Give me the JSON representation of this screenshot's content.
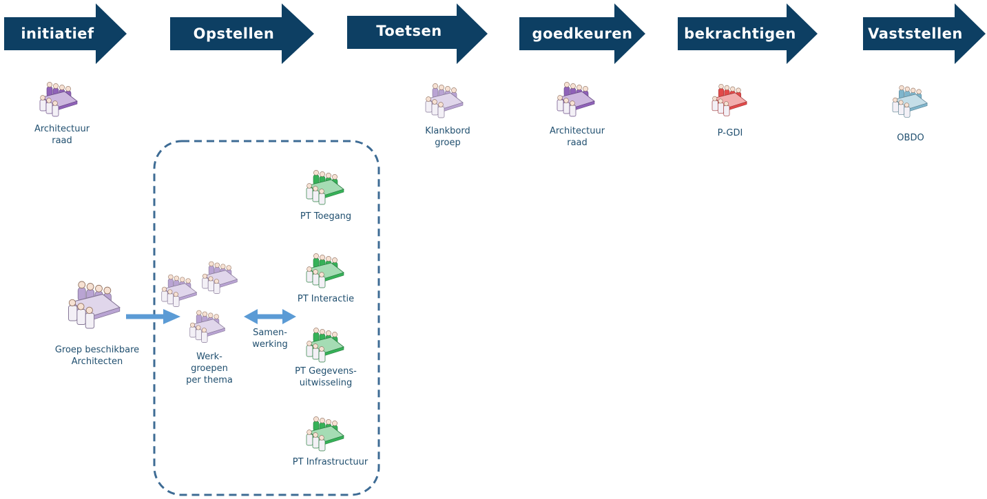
{
  "phases": [
    {
      "label": "initiatief"
    },
    {
      "label": "Opstellen"
    },
    {
      "label": "Toetsen"
    },
    {
      "label": "goedkeuren"
    },
    {
      "label": "bekrachtigen"
    },
    {
      "label": "Vaststellen"
    }
  ],
  "groups": {
    "architectuur_raad_1": [
      "Architectuur",
      "raad"
    ],
    "klankbord": [
      "Klankbord",
      "groep"
    ],
    "architectuur_raad_2": [
      "Architectuur",
      "raad"
    ],
    "pgdi": [
      "P-GDI"
    ],
    "obdo": [
      "OBDO"
    ],
    "groep_architecten": [
      "Groep beschikbare",
      "Architecten"
    ],
    "werkgroepen": [
      "Werk-",
      "groepen",
      "per thema"
    ],
    "samenwerking": [
      "Samen-",
      "werking"
    ],
    "pt_toegang": [
      "PT Toegang"
    ],
    "pt_interactie": [
      "PT Interactie"
    ],
    "pt_gegevens": [
      "PT Gegevens-",
      "uitwisseling"
    ],
    "pt_infrastructuur": [
      "PT Infrastructuur"
    ]
  },
  "colors": {
    "arrow": "#0d3f63",
    "purple": "#8f62b8",
    "lavender": "#b9a4d3",
    "red": "#e24a4a",
    "green": "#36b158",
    "blue": "#7fb5cc",
    "connector": "#5b9bd5",
    "dash": "#3d6b94"
  },
  "icons": {
    "meeting": "meeting-table-icon"
  }
}
